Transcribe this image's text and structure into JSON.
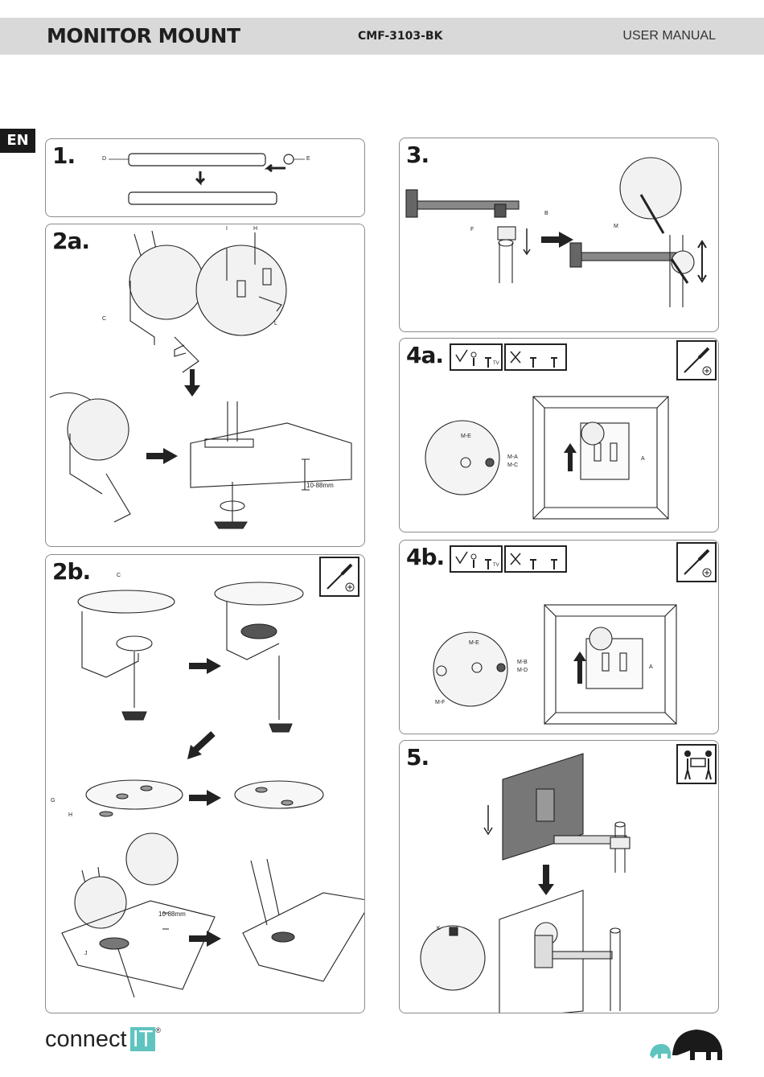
{
  "header": {
    "title": "MONITOR MOUNT",
    "model": "CMF-3103-BK",
    "doc_type": "USER MANUAL"
  },
  "language_tab": "EN",
  "steps": {
    "s1": {
      "number": "1.",
      "labels": {
        "d": "D",
        "e": "E"
      }
    },
    "s2a": {
      "number": "2a.",
      "labels": {
        "i": "I",
        "h": "H",
        "c": "C",
        "l": "L"
      },
      "thickness": "10-88mm"
    },
    "s2b": {
      "number": "2b.",
      "labels": {
        "c": "C",
        "g": "G",
        "h": "H",
        "j": "J"
      },
      "thickness": "10-88mm"
    },
    "s3": {
      "number": "3.",
      "labels": {
        "b": "B",
        "f": "F",
        "m": "M"
      }
    },
    "s4a": {
      "number": "4a.",
      "labels": {
        "me": "M-E",
        "ma": "M-A",
        "mc": "M-C",
        "a": "A"
      },
      "tv": "TV"
    },
    "s4b": {
      "number": "4b.",
      "labels": {
        "me": "M-E",
        "mb": "M-B",
        "md": "M-D",
        "mf": "M-F",
        "a": "A"
      },
      "tv": "TV"
    },
    "s5": {
      "number": "5.",
      "labels": {
        "k": "K"
      }
    }
  },
  "footer": {
    "brand_prefix": "connect",
    "brand_suffix": "IT",
    "registered": "®"
  },
  "icons": {
    "screwdriver": "screwdriver-icon",
    "two_person": "two-person-lift-icon",
    "elephant": "elephant-logo-icon"
  },
  "colors": {
    "header_bg": "#d9d9d9",
    "brand_accent": "#5fc4c0",
    "line": "#222222"
  }
}
